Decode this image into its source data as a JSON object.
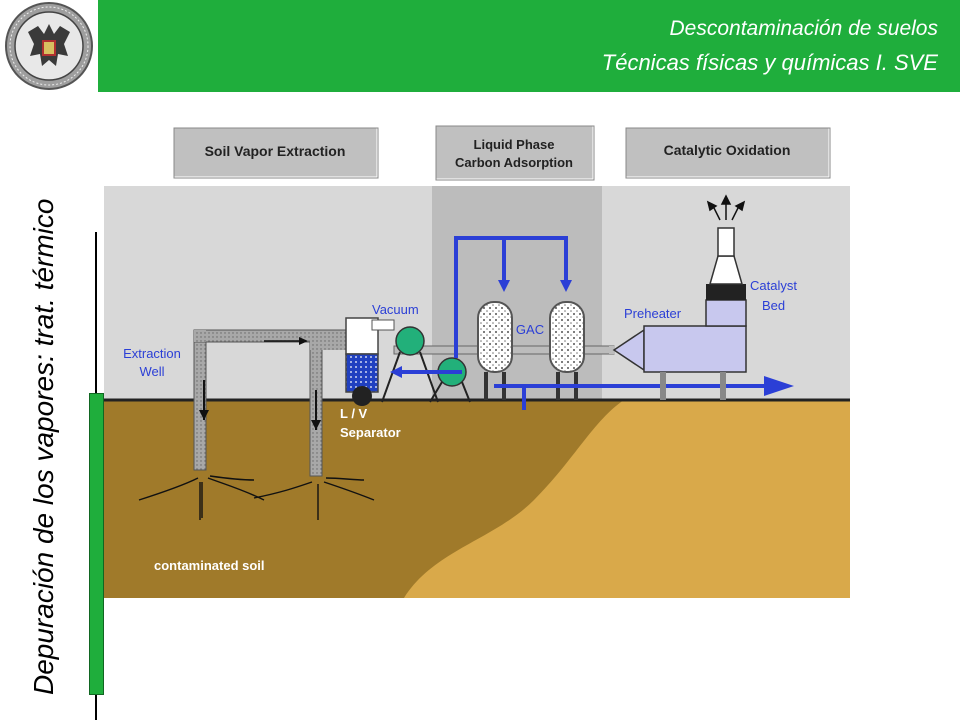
{
  "header": {
    "line1": "Descontaminación de suelos",
    "line2": "Técnicas físicas y químicas I.  SVE"
  },
  "side_title": "Depuración de los vapores: trat. térmico",
  "diagram": {
    "tab_soil_vapor_extraction": "Soil Vapor Extraction",
    "tab_liquid_phase_line1": "Liquid Phase",
    "tab_liquid_phase_line2": "Carbon Adsorption",
    "tab_catalytic_oxidation": "Catalytic Oxidation",
    "label_extraction_line1": "Extraction",
    "label_extraction_line2": "Well",
    "label_vacuum": "Vacuum",
    "label_gac": "GAC",
    "label_preheater": "Preheater",
    "label_catalyst_line1": "Catalyst",
    "label_catalyst_line2": "Bed",
    "label_separator_line1": "L / V",
    "label_separator_line2": "Separator",
    "label_contaminated_soil": "contaminated soil"
  },
  "colors": {
    "header_green": "#1fae3c",
    "arrow_blue": "#2b3fd6",
    "soil_dark": "#a07a2a",
    "soil_light": "#d9a94a",
    "sky_gray": "#d8d8d8",
    "pump_green": "#22b07a",
    "equipment_lavender": "#c8c8ee"
  }
}
